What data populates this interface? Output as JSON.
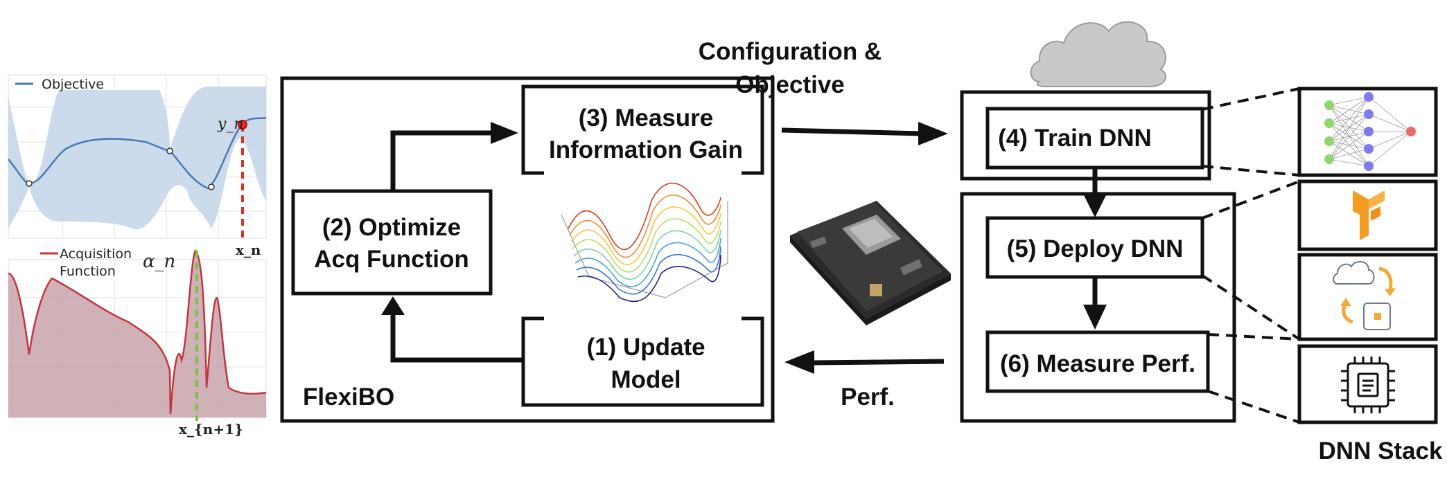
{
  "plots": {
    "top_legend": "Objective",
    "top_point_label": "y_n",
    "top_x_label": "x_n",
    "bottom_legend_line1": "Acquisition",
    "bottom_legend_line2": "Function",
    "bottom_y_label": "α_n",
    "bottom_x_label": "x_{n+1}"
  },
  "flexibo": {
    "title": "FlexiBO",
    "step1_line1": "(1) Update",
    "step1_line2": "Model",
    "step2_line1": "(2) Optimize",
    "step2_line2": "Acq Function",
    "step3_line1": "(3) Measure",
    "step3_line2": "Information Gain"
  },
  "arrows": {
    "config_line1": "Configuration &",
    "config_line2": "Objective",
    "perf": "Perf."
  },
  "pipeline": {
    "step4": "(4) Train DNN",
    "step5": "(5) Deploy DNN",
    "step6": "(6) Measure Perf."
  },
  "stack": {
    "title": "DNN Stack",
    "layers": [
      "neural-network-icon",
      "tensorflow-icon",
      "cloud-device-sync-icon",
      "chip-icon"
    ]
  },
  "colors": {
    "objective": "#4a78b0",
    "objective_band": "#c7d7ea",
    "acquisition": "#c0363d",
    "acquisition_fill": "#c9a3ac",
    "highlight_dashed_red": "#e03020",
    "highlight_dashed_green": "#7ac043",
    "cloud": "#c9c9c9"
  }
}
